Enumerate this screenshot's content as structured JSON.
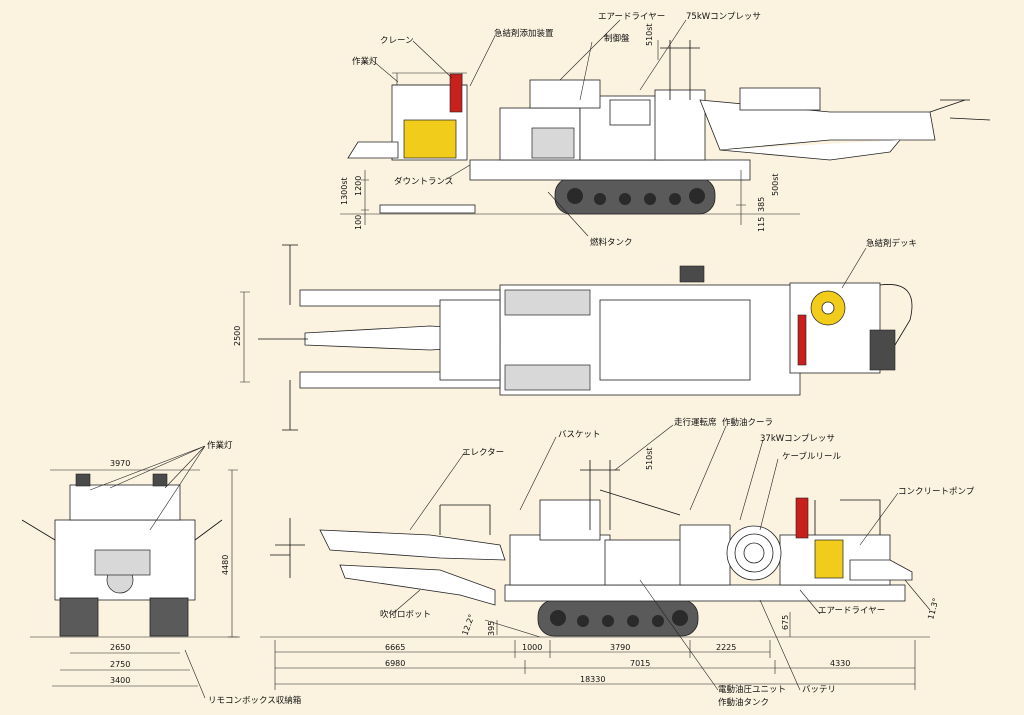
{
  "side_top": {
    "labels": {
      "work_light": "作業灯",
      "crane": "クレーン",
      "accel_unit": "急結剤添加装置",
      "air_dryer": "エアードライヤー",
      "compressor75": "75kWコンプレッサ",
      "control_panel": "制御盤",
      "down_trans": "ダウントランス",
      "fuel_tank": "燃料タンク"
    },
    "dims": {
      "d510": "510st",
      "d1300": "1300st",
      "d1200": "1200",
      "d100": "100",
      "d500": "500st",
      "d385": "385",
      "d115": "115"
    }
  },
  "plan": {
    "labels": {
      "accel_deck": "急結剤デッキ"
    },
    "dims": {
      "d2500": "2500"
    }
  },
  "front": {
    "labels": {
      "work_light": "作業灯",
      "remote_box": "リモコンボックス収納箱"
    },
    "dims": {
      "d3970": "3970",
      "d4480": "4480",
      "d2650": "2650",
      "d2750": "2750",
      "d3400": "3400"
    }
  },
  "side_bottom": {
    "labels": {
      "erector": "エレクター",
      "basket": "バスケット",
      "driver_seat": "走行運転席",
      "oil_cooler": "作動油クーラ",
      "compressor37": "37kWコンプレッサ",
      "cable_reel": "ケーブルリール",
      "concrete_pump": "コンクリートポンプ",
      "air_dryer": "エアードライヤー",
      "spray_robot": "吹付ロボット",
      "electric_unit": "電動油圧ユニット",
      "oil_tank": "作動油タンク",
      "battery": "バッテリ"
    },
    "dims": {
      "d510": "510st",
      "a122": "12.2°",
      "a113": "11.3°",
      "d395": "395",
      "d675": "675",
      "d6665": "6665",
      "d1000": "1000",
      "d3790": "3790",
      "d2225": "2225",
      "d6980": "6980",
      "d7015": "7015",
      "d4330": "4330",
      "d18330": "18330"
    }
  },
  "colors": {
    "background": "#fbf3e0",
    "accent_yellow": "#f2cc1a",
    "accent_red": "#c8201c",
    "track": "#5a5a5a"
  }
}
